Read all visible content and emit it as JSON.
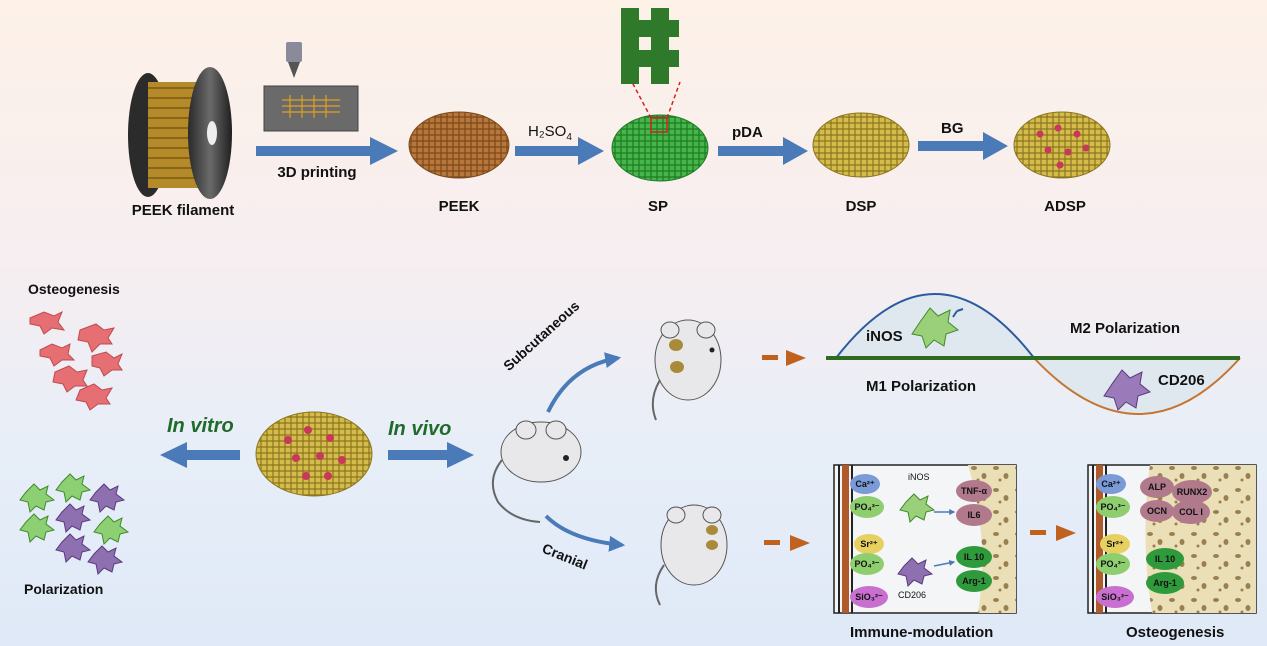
{
  "top_row": {
    "filament_label": "PEEK filament",
    "printing_label": "3D printing",
    "peek_label": "PEEK",
    "h2so4_main": "H₂SO",
    "h2so4_sub": "4",
    "sp_label": "SP",
    "pda_label": "pDA",
    "dsp_label": "DSP",
    "bg_label": "BG",
    "adsp_label": "ADSP"
  },
  "left_panel": {
    "osteogenesis_label": "Osteogenesis",
    "polarization_label": "Polarization",
    "in_vitro_label": "In vitro",
    "in_vivo_label": "In vivo"
  },
  "mice": {
    "subcutaneous_label": "Subcutaneous",
    "cranial_label": "Cranial"
  },
  "polarization_chart": {
    "inos_label": "iNOS",
    "m1_label": "M1 Polarization",
    "m2_label": "M2 Polarization",
    "cd206_label": "CD206"
  },
  "immune_panel": {
    "title": "Immune-modulation",
    "ions": [
      "Ca²⁺",
      "PO₄³⁻",
      "Sr²⁺",
      "PO₄³⁻",
      "SiO₃²⁻"
    ],
    "inos_small": "iNOS",
    "cd206_small": "CD206",
    "cytokines_m1": [
      "TNF-α",
      "IL6"
    ],
    "cytokines_m2": [
      "IL 10",
      "Arg-1"
    ]
  },
  "osteo_panel": {
    "title": "Osteogenesis",
    "ions": [
      "Ca²⁺",
      "PO₄³⁻",
      "Sr²⁺",
      "PO₄³⁻",
      "SiO₃²⁻"
    ],
    "markers": [
      "ALP",
      "RUNX2",
      "OCN",
      "COL I"
    ],
    "cytokines_m2": [
      "IL 10",
      "Arg-1"
    ]
  },
  "colors": {
    "arrow_blue": "#4a7ab8",
    "arrow_orange": "#c0621d",
    "peek_brown": "#a8672c",
    "sp_green": "#35a83a",
    "dsp_gold": "#c8ae3a",
    "m1_line": "#2c5aa0",
    "m2_line": "#c5752f",
    "axis_green": "#2e6b1f",
    "ion_blue": "#7a9ad8",
    "ion_green": "#8fce6f",
    "ion_yellow": "#e6d160",
    "ion_purple": "#c86fcf",
    "cyto_mauve": "#b07a8c",
    "cyto_green": "#2e9a3b"
  }
}
